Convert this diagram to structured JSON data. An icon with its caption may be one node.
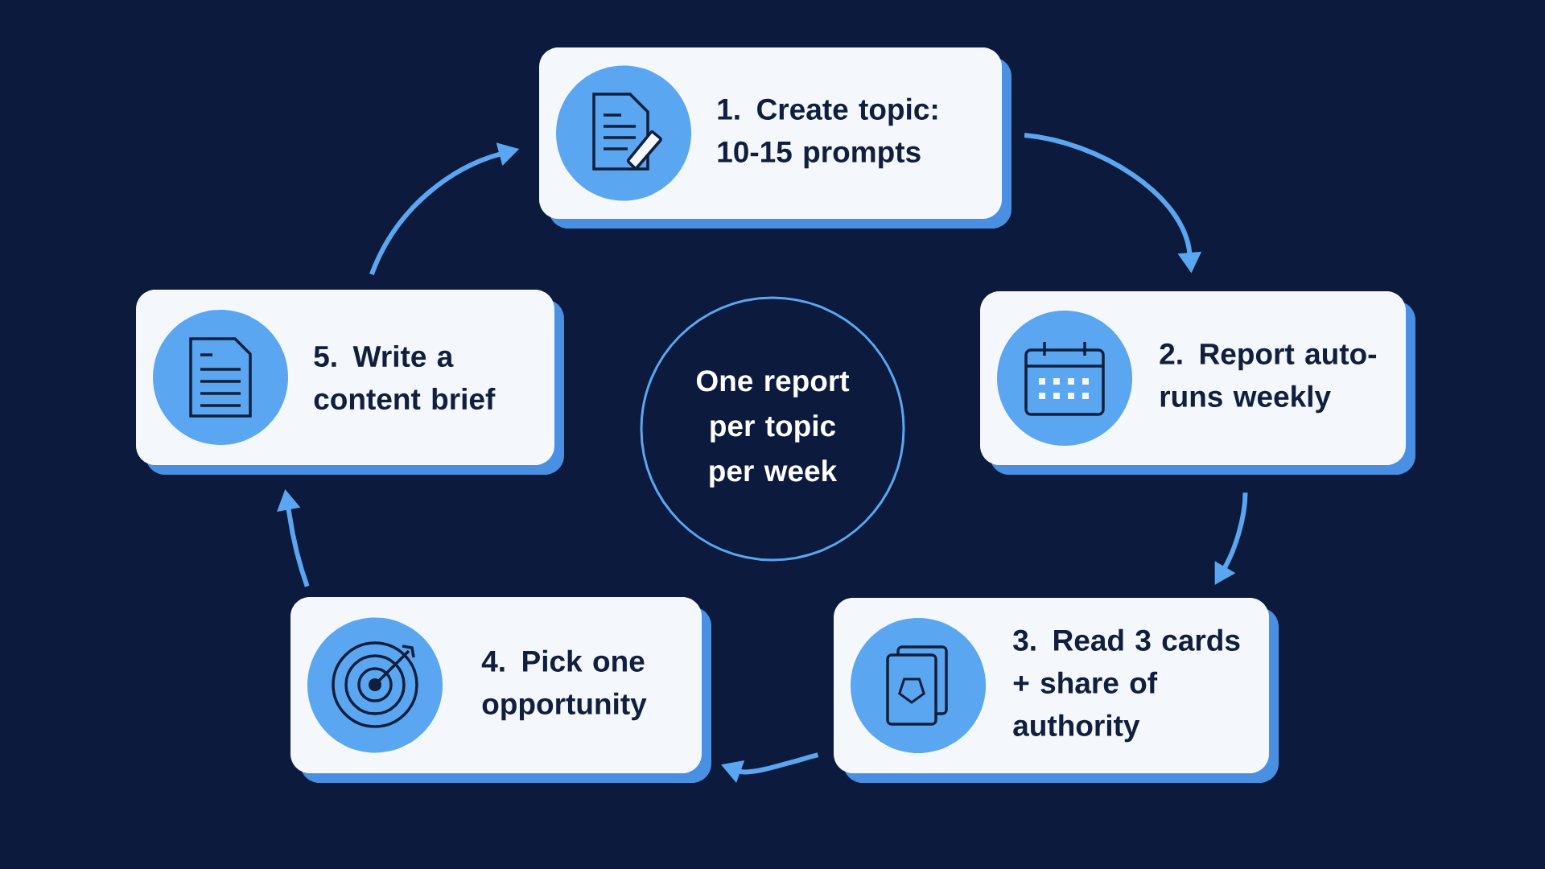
{
  "diagram": {
    "nodes": [
      {
        "text": [
          "1. Create topic: 10-15 prompts"
        ]
      },
      {
        "text": [
          "2. Report auto-runs weekly"
        ]
      },
      {
        "text": [
          "3. Read 3 cards + share of authority"
        ]
      },
      {
        "text": [
          "4. Pick one opportunity"
        ]
      },
      {
        "text": [
          "5. Write a content brief"
        ]
      },
      {
        "text": [
          "One report per topic per week"
        ]
      }
    ],
    "edges": [
      {
        "from": 0,
        "to": 1,
        "arrow": "to"
      },
      {
        "from": 1,
        "to": 2,
        "arrow": "to"
      },
      {
        "from": 2,
        "to": 3,
        "arrow": "to"
      },
      {
        "from": 3,
        "to": 4,
        "arrow": "to"
      },
      {
        "from": 4,
        "to": 0,
        "arrow": "to"
      }
    ]
  }
}
